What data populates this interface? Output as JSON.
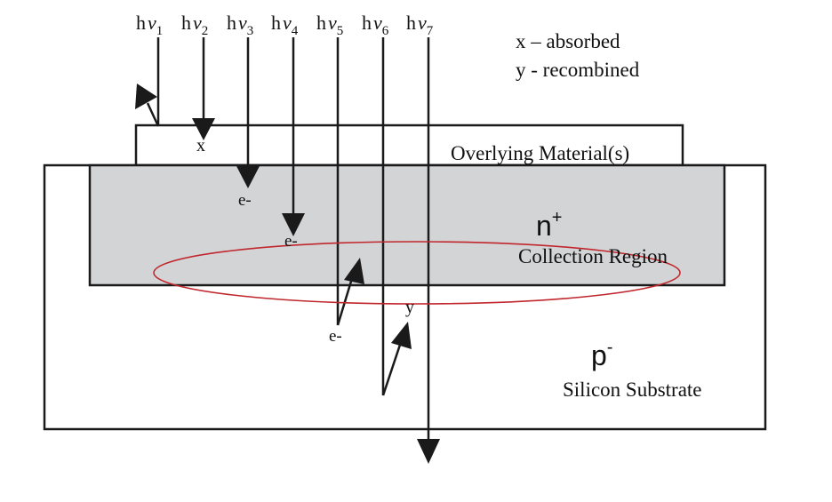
{
  "photons": [
    {
      "h": "h",
      "nu": "ν",
      "sub": "1"
    },
    {
      "h": "h",
      "nu": "ν",
      "sub": "2"
    },
    {
      "h": "h",
      "nu": "ν",
      "sub": "3"
    },
    {
      "h": "h",
      "nu": "ν",
      "sub": "4"
    },
    {
      "h": "h",
      "nu": "ν",
      "sub": "5"
    },
    {
      "h": "h",
      "nu": "ν",
      "sub": "6"
    },
    {
      "h": "h",
      "nu": "ν",
      "sub": "7"
    }
  ],
  "legend": {
    "absorbed": "x – absorbed",
    "recombined": "y - recombined"
  },
  "regions": {
    "overlying": "Overlying Material(s)",
    "n_main": "n",
    "n_sup": "+",
    "collection": "Collection Region",
    "p_main": "p",
    "p_sup": "-",
    "substrate": "Silicon Substrate"
  },
  "markers": {
    "x": "x",
    "e3": "e-",
    "e4": "e-",
    "e5": "e-",
    "y": "y"
  },
  "colors": {
    "collection_fill": "#d3d4d6",
    "ellipse": "#c0272d",
    "line": "#1a1a1a"
  }
}
